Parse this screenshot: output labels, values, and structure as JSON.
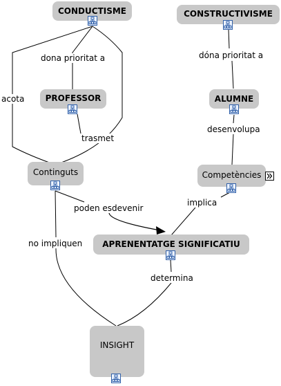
{
  "nodes": {
    "conductisme": "CONDUCTISME",
    "constructivisme": "CONSTRUCTIVISME",
    "professor": "PROFESSOR",
    "alumne": "ALUMNE",
    "continguts": "Continguts",
    "competencies": "Competències",
    "aprenentatge": "APRENENTATGE SIGNIFICATIU",
    "insight": "INSIGHT"
  },
  "links": {
    "dona_prioritat_conductisme": "dona prioritat a",
    "acota": "acota",
    "trasmet": "trasmet",
    "dona_prioritat_constructivisme": "dóna prioritat a",
    "desenvolupa": "desenvolupa",
    "poden_esdevenir": "poden esdevenir",
    "implica": "implica",
    "no_impliquen": "no impliquen",
    "determina": "determina"
  },
  "icons": {
    "resource": "concept-map-resource-icon",
    "expand": "expand-arrow-icon"
  }
}
